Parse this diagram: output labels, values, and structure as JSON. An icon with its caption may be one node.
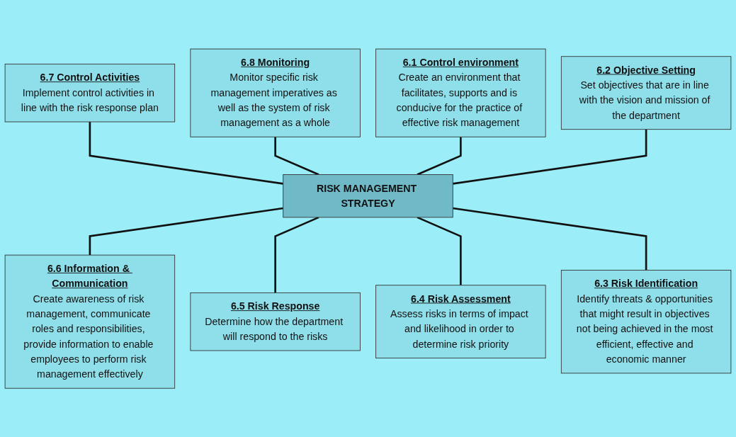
{
  "diagram": {
    "nodes": [
      {
        "text": [
          "RISK MANAGEMENT STRATEGY"
        ]
      },
      {
        "text": [
          "6.1 Control environment",
          "Create an environment that facilitates, supports and is conducive for the practice of effective risk management"
        ]
      },
      {
        "text": [
          "6.2 Objective Setting",
          "Set objectives that are in line with the vision and mission of the department"
        ]
      },
      {
        "text": [
          "6.3 Risk Identification",
          "Identify threats & opportunities that might result in objectives not being achieved in the most efficient, effective and economic manner"
        ]
      },
      {
        "text": [
          "6.4 Risk Assessment",
          "Assess risks in terms of impact and likelihood in order to determine risk priority"
        ]
      },
      {
        "text": [
          "6.5 Risk Response",
          "Determine how the department will respond to the risks"
        ]
      },
      {
        "text": [
          "6.6 Information & Communication",
          "Create awareness of risk management, communicate roles and responsibilities, provide information to enable employees to perform risk management effectively"
        ]
      },
      {
        "text": [
          "6.7 Control Activities",
          "Implement control activities in line with the risk response plan"
        ]
      },
      {
        "text": [
          "6.8 Monitoring",
          "Monitor specific risk management imperatives as well as the system of risk management as a whole"
        ]
      }
    ],
    "edges": [
      {
        "from": 7,
        "to": 0,
        "arrow": "none"
      },
      {
        "from": 8,
        "to": 0,
        "arrow": "none"
      },
      {
        "from": 1,
        "to": 0,
        "arrow": "none"
      },
      {
        "from": 2,
        "to": 0,
        "arrow": "none"
      },
      {
        "from": 0,
        "to": 6,
        "arrow": "none"
      },
      {
        "from": 0,
        "to": 5,
        "arrow": "none"
      },
      {
        "from": 0,
        "to": 4,
        "arrow": "none"
      },
      {
        "from": 0,
        "to": 3,
        "arrow": "none"
      }
    ]
  }
}
